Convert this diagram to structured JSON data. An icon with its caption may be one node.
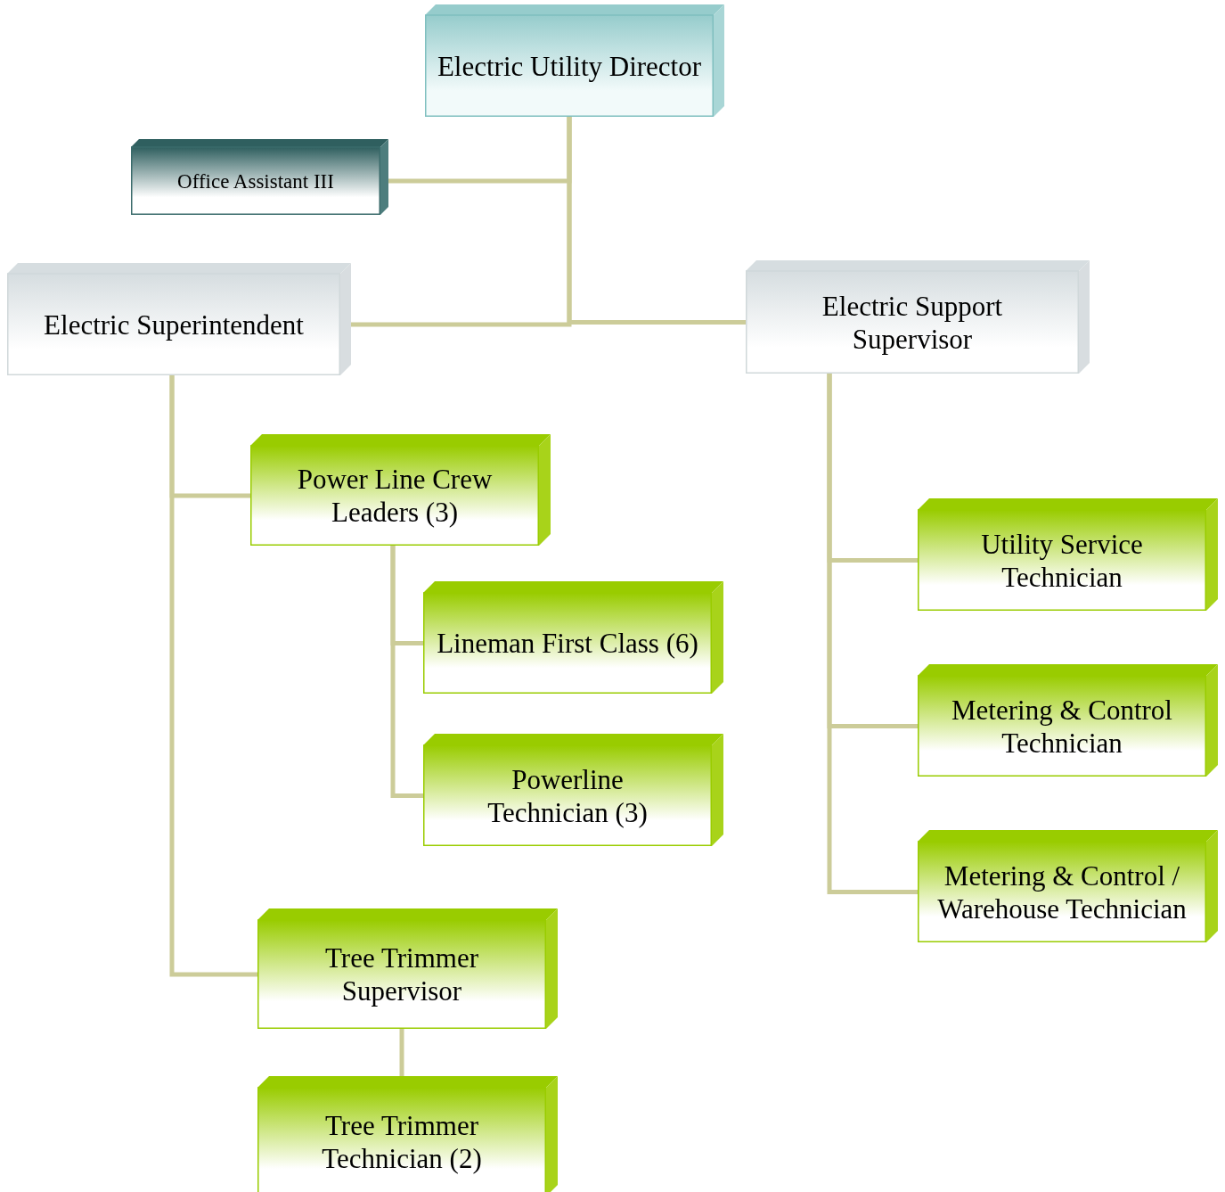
{
  "diagram": {
    "nodes": [
      {
        "text": [
          "Electric Utility Director"
        ]
      },
      {
        "text": [
          "Office Assistant III"
        ]
      },
      {
        "text": [
          "Electric Superintendent"
        ]
      },
      {
        "text": [
          "Electric Support Supervisor"
        ]
      },
      {
        "text": [
          "Power Line Crew Leaders (3)"
        ]
      },
      {
        "text": [
          "Lineman First Class (6)"
        ]
      },
      {
        "text": [
          "Powerline Technician (3)"
        ]
      },
      {
        "text": [
          "Tree Trimmer Supervisor"
        ]
      },
      {
        "text": [
          "Tree Trimmer Technician (2)"
        ]
      },
      {
        "text": [
          "Utility Service Technician"
        ]
      },
      {
        "text": [
          "Metering & Control Technician"
        ]
      },
      {
        "text": [
          "Metering & Control / Warehouse Technician"
        ]
      }
    ],
    "edges": [
      {
        "from": 0,
        "to": 1,
        "arrow": "none"
      },
      {
        "from": 0,
        "to": 2,
        "arrow": "none"
      },
      {
        "from": 0,
        "to": 3,
        "arrow": "none"
      },
      {
        "from": 2,
        "to": 4,
        "arrow": "none"
      },
      {
        "from": 2,
        "to": 7,
        "arrow": "none"
      },
      {
        "from": 4,
        "to": 5,
        "arrow": "none"
      },
      {
        "from": 4,
        "to": 6,
        "arrow": "none"
      },
      {
        "from": 7,
        "to": 8,
        "arrow": "none"
      },
      {
        "from": 3,
        "to": 9,
        "arrow": "none"
      },
      {
        "from": 3,
        "to": 10,
        "arrow": "none"
      },
      {
        "from": 3,
        "to": 11,
        "arrow": "none"
      }
    ]
  }
}
